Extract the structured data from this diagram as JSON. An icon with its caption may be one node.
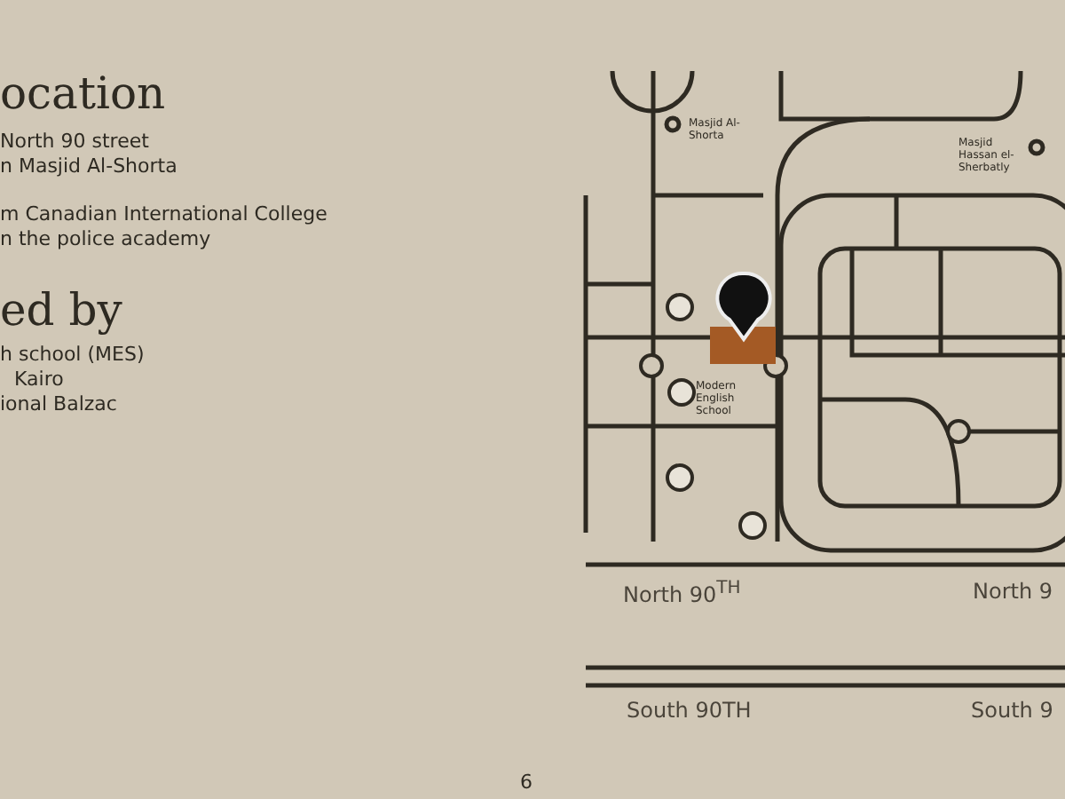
{
  "diagram": {
    "title": "ocation",
    "labels": [
      "North 90 street",
      "n Masjid Al-Shorta",
      "m Canadian International College",
      "n the police academy",
      "ed by",
      "h school (MES)",
      "Kairo",
      "ional Balzac",
      "Masjid Al-Shorta",
      "Masjid Hassan el-Sherbatly",
      "Modern English School",
      "North 90$^{TH}$",
      "North 9",
      "South 90TH",
      "South 9",
      "6"
    ]
  }
}
